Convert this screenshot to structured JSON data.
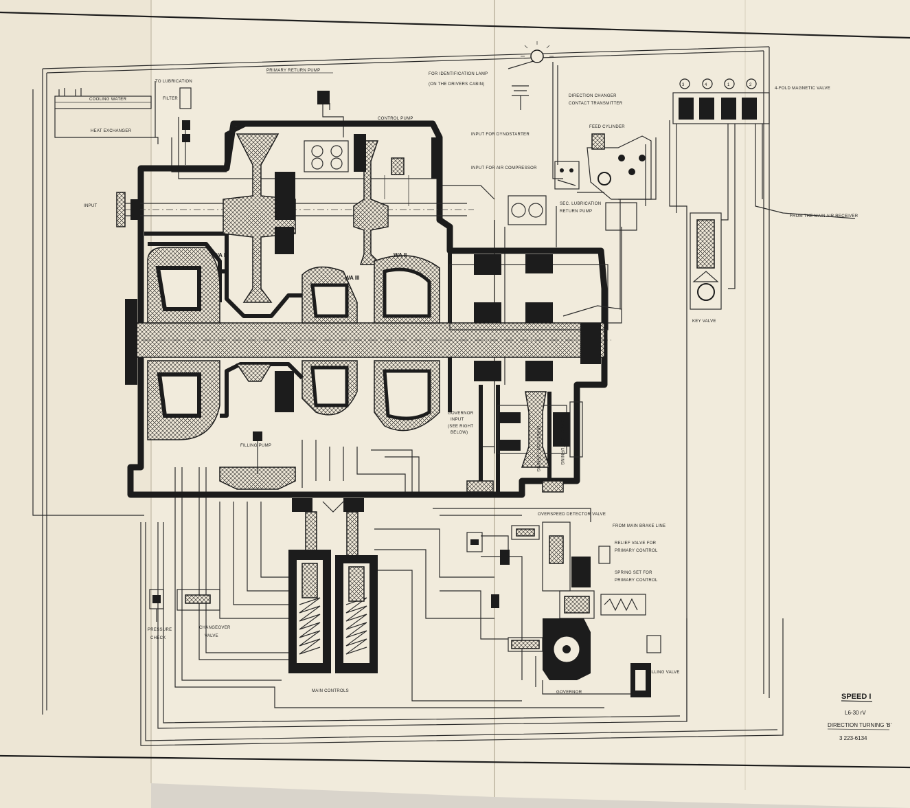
{
  "labels": {
    "primary_return_pump": "PRIMARY RETURN PUMP",
    "to_lubrication": "TO LUBRICATION",
    "filter": "FILTER",
    "cooling_water": "COOLING WATER",
    "heat_exchanger": "HEAT EXCHANGER",
    "control_pump": "CONTROL PUMP",
    "input_dynostarter": "INPUT FOR DYNOSTARTER",
    "input_air_compressor": "INPUT FOR AIR COMPRESSOR",
    "identification_lamp_1": "FOR IDENTIFICATION LAMP",
    "identification_lamp_2": "(ON THE DRIVERS CABIN)",
    "direction_changer_1": "DIRECTION CHANGER",
    "direction_changer_2": "CONTACT TRANSMITTER",
    "feed_cylinder": "FEED CYLINDER",
    "magnetic_valve": "4-FOLD MAGNETIC VALVE",
    "main_air_receiver": "FROM THE MAIN AIR RECEIVER",
    "input": "INPUT",
    "sec_lubrication_1": "SEC. LUBRICATION",
    "sec_lubrication_2": "RETURN PUMP",
    "wa1": "WA I",
    "wa2": "WA II",
    "wa3": "WA III",
    "key_valve": "KEY VALVE",
    "governor_input_1": "GOVERNOR",
    "governor_input_2": "INPUT",
    "governor_input_3": "(SEE RIGHT",
    "governor_input_4": "BELOW)",
    "direction_turning_left": "DIRECTION TURNING",
    "direction_turning_right": "DIRECTION TURNING",
    "filling_pump": "FILLING PUMP",
    "overspeed_detector": "OVERSPEED DETECTOR VALVE",
    "main_brake_line": "FROM MAIN BRAKE LINE",
    "relief_valve_1": "RELIEF VALVE FOR",
    "relief_valve_2": "PRIMARY CONTROL",
    "spring_set_1": "SPRING SET FOR",
    "spring_set_2": "PRIMARY CONTROL",
    "pressure_check_1": "PRESSURE",
    "pressure_check_2": "CHECK",
    "changeover_1": "CHANGEOVER",
    "changeover_2": "VALVE",
    "main_controls": "MAIN CONTROLS",
    "governor": "GOVERNOR",
    "filling_valve": "FILLING VALVE",
    "valve_numbers": [
      "3",
      "4",
      "1",
      "2"
    ]
  },
  "title_block": {
    "speed": "SPEED I",
    "model": "L6-30 rV",
    "direction": "DIRECTION TURNING 'B'",
    "drawing_number": "3 223-6134"
  },
  "colors": {
    "paper": "#f1ebdc",
    "ink": "#1c1c1c",
    "background": "#d9d4cb"
  }
}
